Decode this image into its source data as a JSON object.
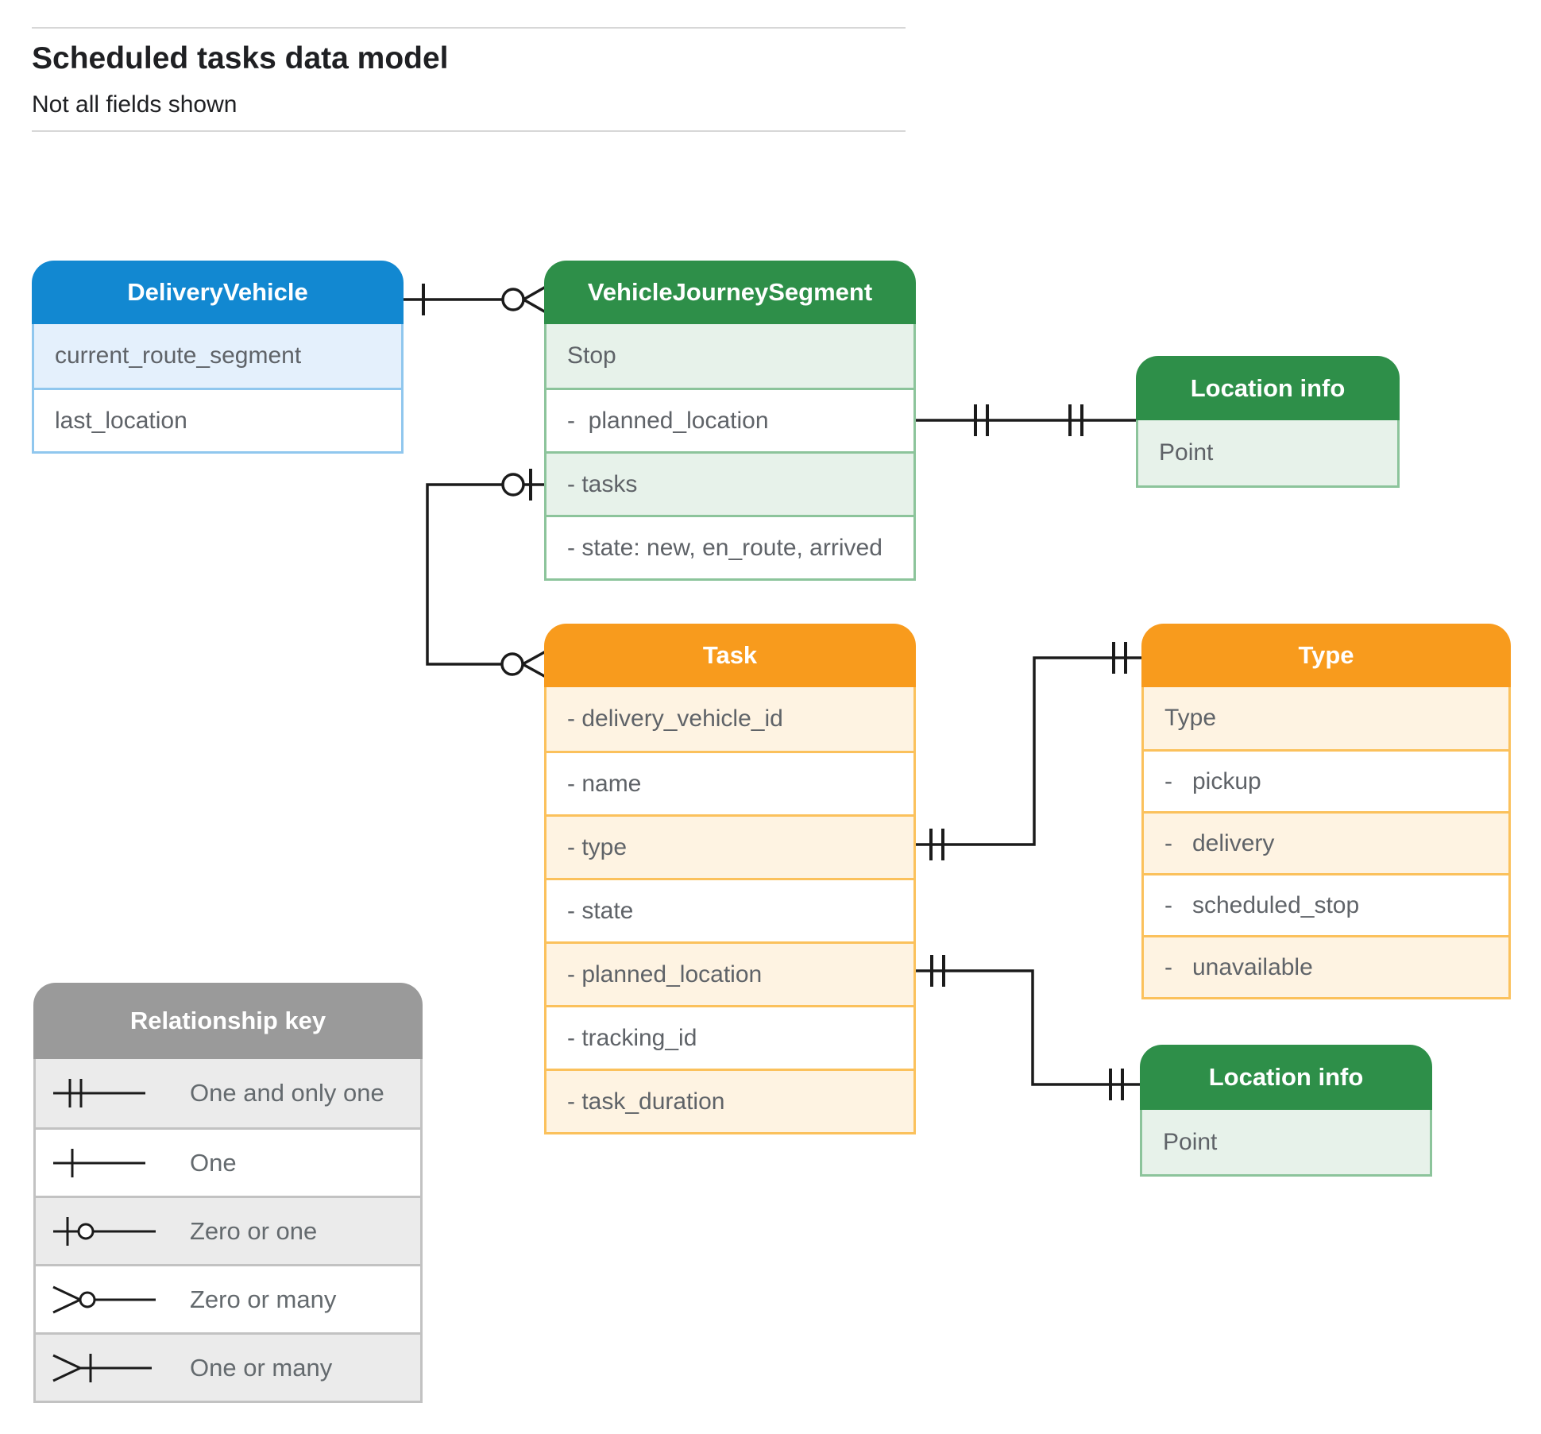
{
  "header": {
    "title": "Scheduled tasks data model",
    "subtitle": "Not all fields shown"
  },
  "entities": {
    "delivery_vehicle": {
      "title": "DeliveryVehicle",
      "fields": [
        {
          "label": "current_route_segment"
        },
        {
          "label": "last_location"
        }
      ]
    },
    "vehicle_journey_segment": {
      "title": "VehicleJourneySegment",
      "fields": [
        {
          "label": "Stop"
        },
        {
          "label": "-  planned_location"
        },
        {
          "label": "- tasks"
        },
        {
          "label": "- state: new, en_route, arrived"
        }
      ]
    },
    "location_info_top": {
      "title": "Location info",
      "fields": [
        {
          "label": "Point"
        }
      ]
    },
    "task": {
      "title": "Task",
      "fields": [
        {
          "label": "- delivery_vehicle_id"
        },
        {
          "label": "- name"
        },
        {
          "label": "- type"
        },
        {
          "label": "- state"
        },
        {
          "label": "- planned_location"
        },
        {
          "label": "- tracking_id"
        },
        {
          "label": "- task_duration"
        }
      ]
    },
    "type": {
      "title": "Type",
      "fields": [
        {
          "label": "Type"
        },
        {
          "label": "-   pickup"
        },
        {
          "label": "-   delivery"
        },
        {
          "label": "-   scheduled_stop"
        },
        {
          "label": "-   unavailable"
        }
      ]
    },
    "location_info_bottom": {
      "title": "Location info",
      "fields": [
        {
          "label": "Point"
        }
      ]
    }
  },
  "legend": {
    "title": "Relationship key",
    "items": [
      {
        "symbol": "one-and-only-one",
        "label": "One and only one"
      },
      {
        "symbol": "one",
        "label": "One"
      },
      {
        "symbol": "zero-or-one",
        "label": "Zero or one"
      },
      {
        "symbol": "zero-or-many",
        "label": "Zero or many"
      },
      {
        "symbol": "one-or-many",
        "label": "One or many"
      }
    ]
  },
  "relationships": [
    {
      "from": "DeliveryVehicle",
      "to": "VehicleJourneySegment",
      "from_end": "one",
      "to_end": "zero or many"
    },
    {
      "from": "VehicleJourneySegment.planned_location",
      "to": "Location info (top)",
      "from_end": "one and only one",
      "to_end": "one and only one"
    },
    {
      "from": "VehicleJourneySegment.tasks",
      "to": "Task",
      "from_end": "zero or one",
      "to_end": "zero or many"
    },
    {
      "from": "Task.type",
      "to": "Type",
      "from_end": "one and only one",
      "to_end": "one and only one"
    },
    {
      "from": "Task.planned_location",
      "to": "Location info (bottom)",
      "from_end": "one and only one",
      "to_end": "one and only one"
    }
  ],
  "colors": {
    "blue_header": "#1288d1",
    "blue_tint": "#e4f0fc",
    "blue_border": "#90c7ee",
    "green_header": "#2e8f49",
    "green_tint": "#e7f2ea",
    "green_border": "#8cc49b",
    "orange_header": "#f89b1d",
    "orange_tint": "#fef3e2",
    "orange_border": "#fbc15c",
    "gray_header": "#9a9a9a",
    "gray_tint": "#ebebeb",
    "gray_border": "#c2c2c2",
    "field_text": "#5f6368",
    "line": "#1b1b1b"
  }
}
